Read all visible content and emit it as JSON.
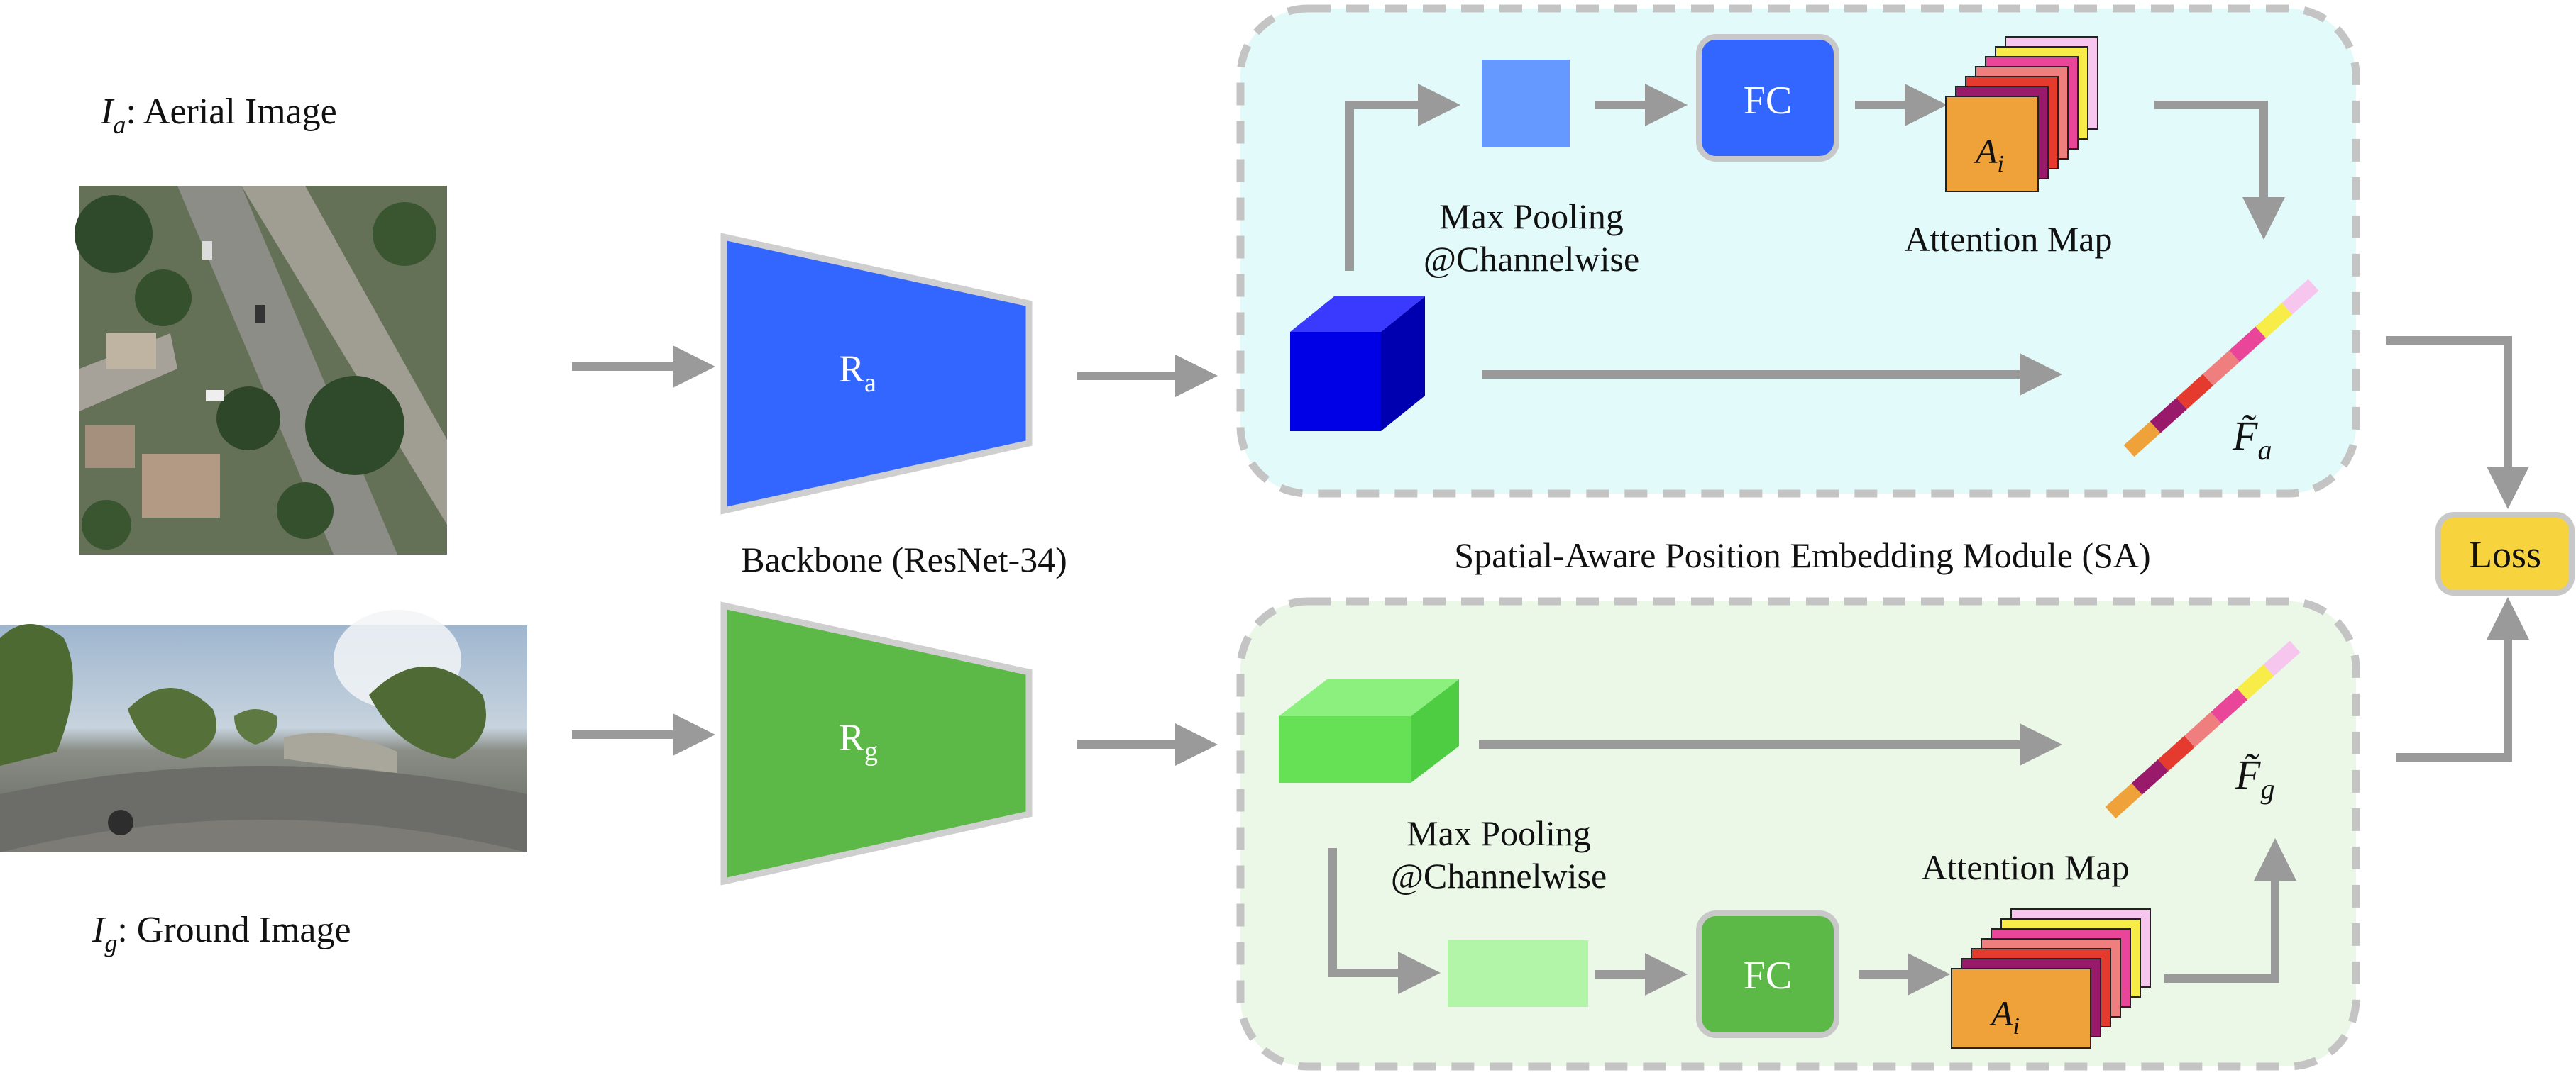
{
  "inputs": {
    "aerial": {
      "symbol": "I",
      "subscript": "a",
      "label": ": Aerial Image"
    },
    "ground": {
      "symbol": "I",
      "subscript": "g",
      "label": ": Ground Image"
    }
  },
  "backbone": {
    "label": "Backbone (ResNet-34)",
    "aerial_branch": {
      "symbol": "R",
      "subscript": "a"
    },
    "ground_branch": {
      "symbol": "R",
      "subscript": "g"
    }
  },
  "module": {
    "title": "Spatial-Aware Position Embedding Module (SA)",
    "aerial": {
      "pool_label_1": "Max Pooling",
      "pool_label_2": "@Channelwise",
      "fc_label": "FC",
      "attention_label": "Attention Map",
      "attention_symbol": "A",
      "attention_subscript": "i",
      "feature_symbol": "F̃",
      "feature_subscript": "a"
    },
    "ground": {
      "pool_label_1": "Max Pooling",
      "pool_label_2": "@Channelwise",
      "fc_label": "FC",
      "attention_label": "Attention Map",
      "attention_symbol": "A",
      "attention_subscript": "i",
      "feature_symbol": "F̃",
      "feature_subscript": "g"
    }
  },
  "loss": {
    "label": "Loss"
  },
  "colors": {
    "arrow": "#9a9a9a",
    "aerial_blue": "#3366ff",
    "ground_green": "#5cb947",
    "cube_blue": "#0000e6",
    "cube_green": "#66e055",
    "pool_blue": "#6699ff",
    "pool_green": "#b3f5a8",
    "sa_panel_aerial": "#e3fafa",
    "sa_panel_ground": "#ebf8e8",
    "loss_fill": "#f7d33e",
    "stripe_sequence": [
      "#f0a23a",
      "#991a6b",
      "#e53b2e",
      "#ef7f7f",
      "#e9469a",
      "#f7ec48",
      "#f6c6ef"
    ]
  }
}
